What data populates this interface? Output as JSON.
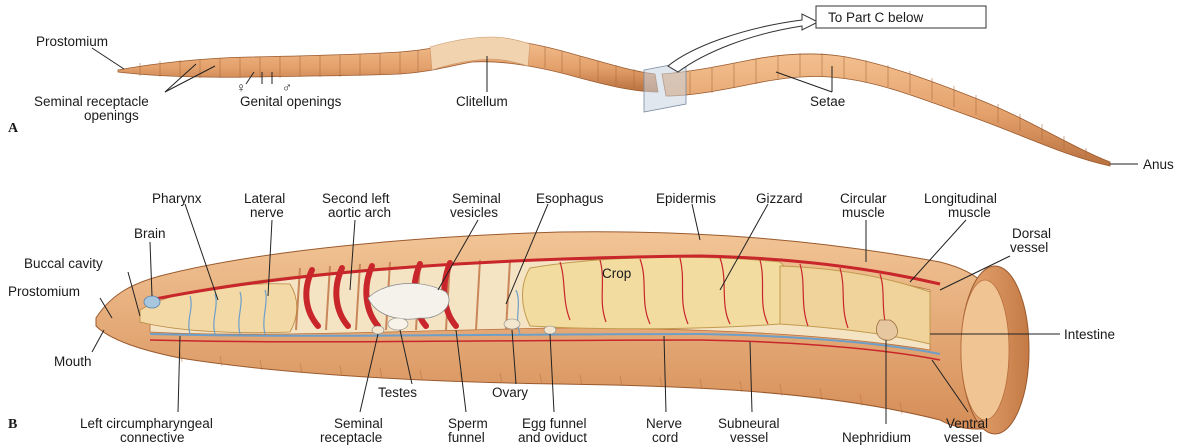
{
  "figure": {
    "panel_a": {
      "letter": "A",
      "callout": "To Part C below",
      "labels": {
        "prostomium": "Prostomium",
        "seminal_receptacle_openings_1": "Seminal receptacle",
        "seminal_receptacle_openings_2": "openings",
        "genital_openings": "Genital openings",
        "female_symbol": "♀",
        "male_symbol": "♂",
        "clitellum": "Clitellum",
        "setae": "Setae",
        "anus": "Anus"
      }
    },
    "panel_b": {
      "letter": "B",
      "labels": {
        "pharynx": "Pharynx",
        "lateral_nerve_1": "Lateral",
        "lateral_nerve_2": "nerve",
        "second_left_aortic_arch_1": "Second left",
        "second_left_aortic_arch_2": "aortic arch",
        "seminal_vesicles_1": "Seminal",
        "seminal_vesicles_2": "vesicles",
        "esophagus": "Esophagus",
        "epidermis": "Epidermis",
        "gizzard": "Gizzard",
        "circular_muscle_1": "Circular",
        "circular_muscle_2": "muscle",
        "longitudinal_muscle_1": "Longitudinal",
        "longitudinal_muscle_2": "muscle",
        "dorsal_vessel_1": "Dorsal",
        "dorsal_vessel_2": "vessel",
        "brain": "Brain",
        "buccal_cavity": "Buccal cavity",
        "prostomium": "Prostomium",
        "crop": "Crop",
        "intestine": "Intestine",
        "mouth": "Mouth",
        "testes": "Testes",
        "ovary": "Ovary",
        "left_circumpharyngeal_1": "Left circumpharyngeal",
        "left_circumpharyngeal_2": "connective",
        "seminal_receptacle_1": "Seminal",
        "seminal_receptacle_2": "receptacle",
        "sperm_funnel_1": "Sperm",
        "sperm_funnel_2": "funnel",
        "egg_funnel_1": "Egg funnel",
        "egg_funnel_2": "and oviduct",
        "nerve_cord_1": "Nerve",
        "nerve_cord_2": "cord",
        "subneural_vessel_1": "Subneural",
        "subneural_vessel_2": "vessel",
        "nephridium": "Nephridium",
        "ventral_vessel_1": "Ventral",
        "ventral_vessel_2": "vessel"
      }
    },
    "colors": {
      "body": "#e3a06b",
      "body_dark": "#b8703e",
      "clitellum": "#f1d3b0",
      "gut": "#f2dca0",
      "vessel": "#c8262b",
      "nerve": "#6e9fc8"
    }
  }
}
